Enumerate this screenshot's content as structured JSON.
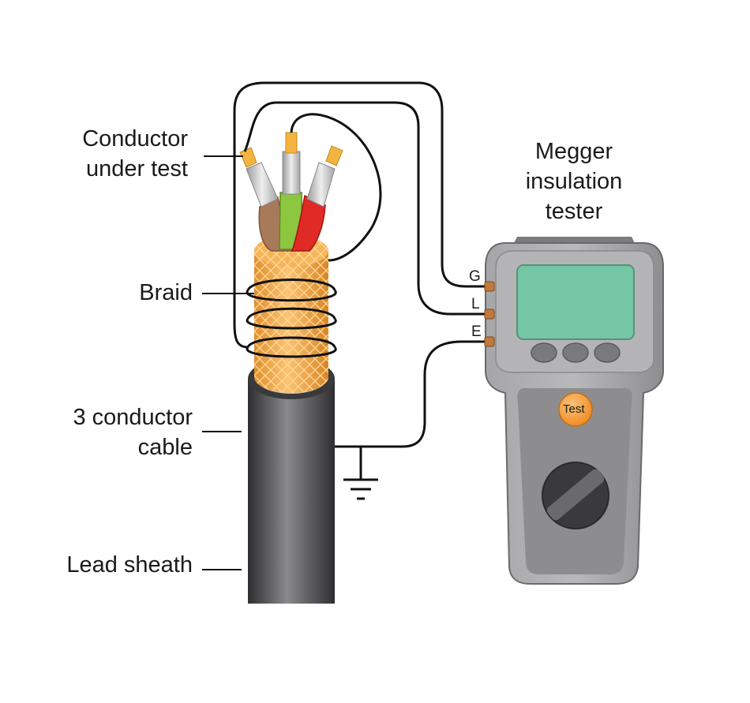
{
  "labels": {
    "conductor_under_test": [
      "Conductor",
      "under test"
    ],
    "braid": "Braid",
    "three_conductor_cable": [
      "3 conductor",
      "cable"
    ],
    "lead_sheath": "Lead sheath",
    "tester": [
      "Megger",
      "insulation",
      "tester"
    ]
  },
  "terminals": {
    "g": "G",
    "l": "L",
    "e": "E"
  },
  "tester": {
    "test_button_label": "Test",
    "screen_color": "#74c6a5"
  },
  "colors": {
    "cable_sheath": "#4a4a4c",
    "braid": "#f0a843",
    "conductor_brown": "#a87a5a",
    "conductor_green": "#8dc63f",
    "conductor_red": "#e02a26",
    "conductor_tip": "#f2b541",
    "tester_body": "#9c9c9e",
    "test_button": "#f39a2c"
  }
}
